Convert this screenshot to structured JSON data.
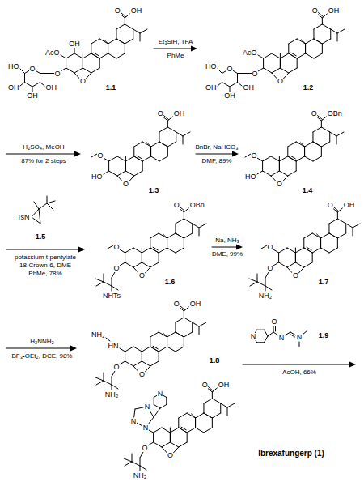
{
  "diagram": {
    "labels": [
      "O",
      "OH",
      "O",
      "OH",
      "AcO",
      "O",
      "O",
      "HO",
      "OH",
      "OH",
      "OH",
      "1.1",
      "Et₃SiH, TFA",
      "PhMe",
      "O",
      "OH",
      "O",
      "AcO",
      "O",
      "O",
      "HO",
      "OH",
      "OH",
      "OH",
      "1.2",
      "H₂SO₄, MeOH",
      "87% for 2 steps",
      "O",
      "OH",
      "O",
      "O",
      "HO",
      "1.3",
      "BnBr, NaHCO₃",
      "DMF, 89%",
      "O",
      "OBn",
      "O",
      "O",
      "HO",
      "1.4",
      "TsN",
      "1.5",
      "potassium t-pentylate",
      "18-Crown-6, DME",
      "PhMe, 78%",
      "O",
      "OBn",
      "O",
      "O",
      "O",
      "NHTs",
      "1.6",
      "Na, NH₃",
      "DME, 99%",
      "O",
      "OH",
      "O",
      "O",
      "O",
      "NH₂",
      "1.7",
      "H₂NNH₂",
      "BF₃•OEt₂, DCE, 98%",
      "O",
      "OH",
      "O",
      "NH₂",
      "HN",
      "O",
      "NH₂",
      "1.8",
      "O",
      "N",
      "N",
      "N",
      "1.9",
      "AcOH, 66%",
      "O",
      "OH",
      "O",
      "N",
      "N",
      "N",
      "N",
      "O",
      "NH₂",
      "Ibrexafungerp (1)"
    ]
  }
}
